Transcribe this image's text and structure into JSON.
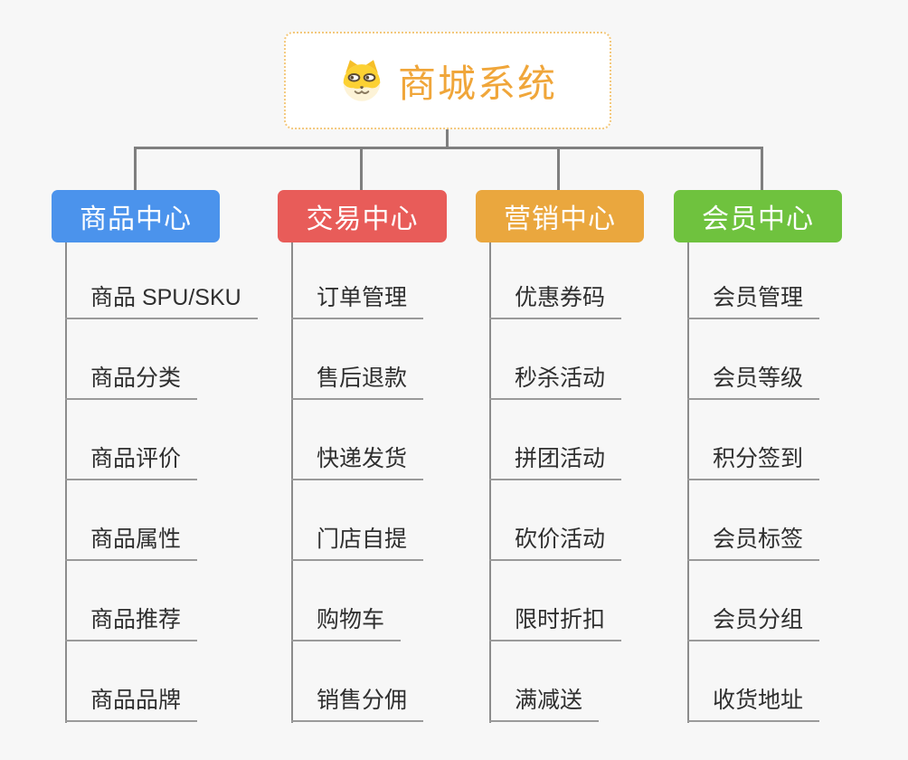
{
  "canvas": {
    "background": "#f7f7f7",
    "connector_color": "#7f7f7f",
    "underline_color": "#9a9a9a"
  },
  "root": {
    "title": "商城系统",
    "icon": "dog-face-icon",
    "text_color": "#f0a63a",
    "border_color": "#f3c87c"
  },
  "branches": [
    {
      "label": "商品中心",
      "color": "#4b93ec",
      "children": [
        "商品 SPU/SKU",
        "商品分类",
        "商品评价",
        "商品属性",
        "商品推荐",
        "商品品牌"
      ]
    },
    {
      "label": "交易中心",
      "color": "#e85c59",
      "children": [
        "订单管理",
        "售后退款",
        "快递发货",
        "门店自提",
        "购物车",
        "销售分佣"
      ]
    },
    {
      "label": "营销中心",
      "color": "#eaa73e",
      "children": [
        "优惠券码",
        "秒杀活动",
        "拼团活动",
        "砍价活动",
        "限时折扣",
        "满减送"
      ]
    },
    {
      "label": "会员中心",
      "color": "#6fc23e",
      "children": [
        "会员管理",
        "会员等级",
        "积分签到",
        "会员标签",
        "会员分组",
        "收货地址"
      ]
    }
  ]
}
